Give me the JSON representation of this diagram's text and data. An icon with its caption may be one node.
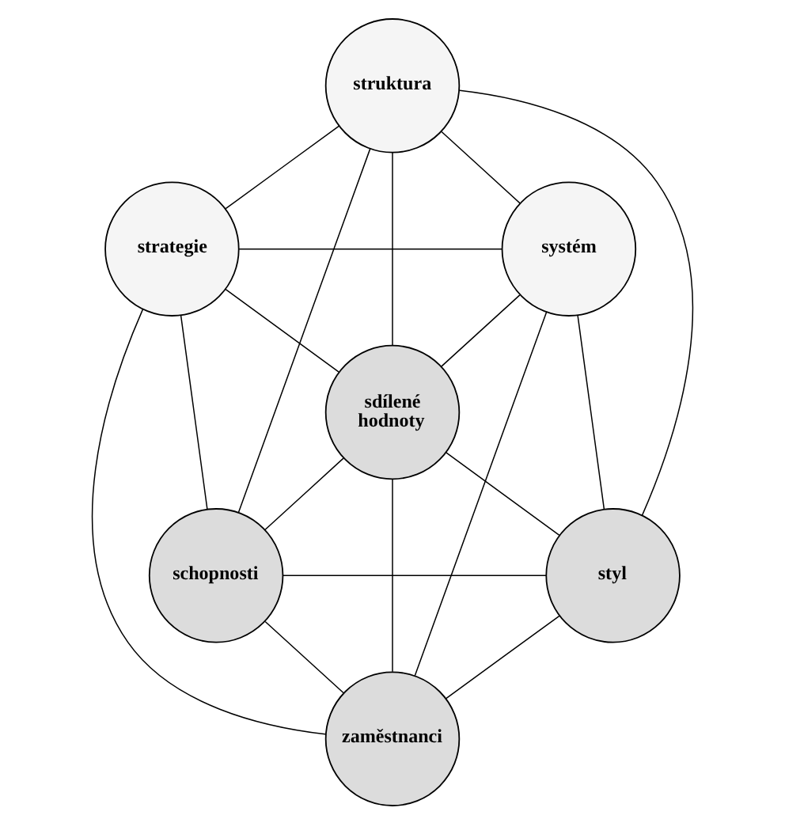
{
  "diagram": {
    "nodes": [
      {
        "text": [
          "struktura"
        ]
      },
      {
        "text": [
          "strategie"
        ]
      },
      {
        "text": [
          "systém"
        ]
      },
      {
        "text": [
          "sdílené hodnoty"
        ]
      },
      {
        "text": [
          "schopnosti"
        ]
      },
      {
        "text": [
          "styl"
        ]
      },
      {
        "text": [
          "zaměstnanci"
        ]
      }
    ],
    "edges": [
      {
        "from": 0,
        "to": 1,
        "arrow": "none"
      },
      {
        "from": 0,
        "to": 2,
        "arrow": "none"
      },
      {
        "from": 0,
        "to": 3,
        "arrow": "none"
      },
      {
        "from": 0,
        "to": 4,
        "arrow": "none"
      },
      {
        "from": 0,
        "to": 5,
        "arrow": "none"
      },
      {
        "from": 1,
        "to": 2,
        "arrow": "none"
      },
      {
        "from": 1,
        "to": 3,
        "arrow": "none"
      },
      {
        "from": 1,
        "to": 4,
        "arrow": "none"
      },
      {
        "from": 1,
        "to": 6,
        "arrow": "none"
      },
      {
        "from": 2,
        "to": 3,
        "arrow": "none"
      },
      {
        "from": 2,
        "to": 5,
        "arrow": "none"
      },
      {
        "from": 2,
        "to": 6,
        "arrow": "none"
      },
      {
        "from": 3,
        "to": 4,
        "arrow": "none"
      },
      {
        "from": 3,
        "to": 5,
        "arrow": "none"
      },
      {
        "from": 3,
        "to": 6,
        "arrow": "none"
      },
      {
        "from": 4,
        "to": 5,
        "arrow": "none"
      },
      {
        "from": 4,
        "to": 6,
        "arrow": "none"
      },
      {
        "from": 5,
        "to": 6,
        "arrow": "none"
      }
    ]
  }
}
